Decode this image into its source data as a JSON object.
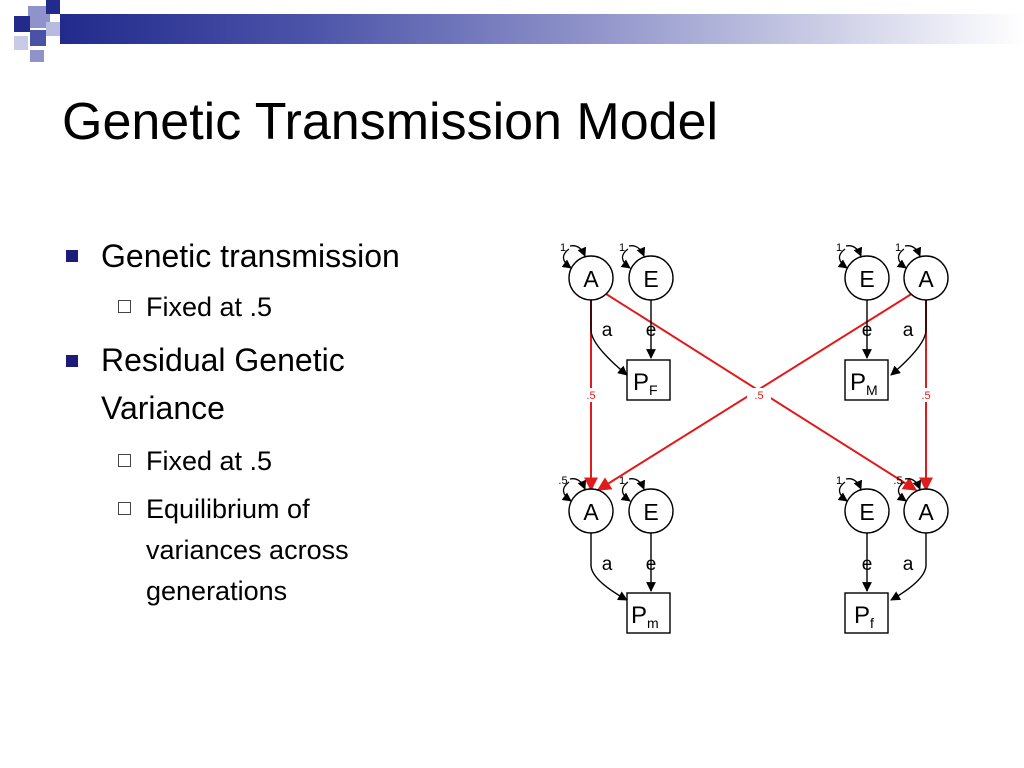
{
  "slide": {
    "title": "Genetic Transmission Model",
    "theme_colors": {
      "accent": "#222a8c",
      "accent_light": "#8f93c9",
      "path_red": "#e01b1b"
    }
  },
  "bullets": [
    {
      "level": 1,
      "text": "Genetic transmission"
    },
    {
      "level": 2,
      "text": "Fixed at .5"
    },
    {
      "level": 1,
      "lines": [
        "Residual Genetic",
        "Variance"
      ]
    },
    {
      "level": 2,
      "text": "Fixed at .5"
    },
    {
      "level": 2,
      "lines": [
        "Equilibrium of",
        "variances across",
        "generations"
      ]
    }
  ],
  "diagram": {
    "icons": {
      "level1_marker": "filled-square-bullet",
      "level2_marker": "hollow-square-bullet"
    },
    "latent": {
      "father_A": "A",
      "father_E": "E",
      "mother_E": "E",
      "mother_A": "A",
      "son_A": "A",
      "son_E": "E",
      "daughter_E": "E",
      "daughter_A": "A"
    },
    "observed": {
      "father": {
        "main": "P",
        "sub": "F"
      },
      "mother": {
        "main": "P",
        "sub": "M"
      },
      "son": {
        "main": "P",
        "sub": "m"
      },
      "daughter": {
        "main": "P",
        "sub": "f"
      }
    },
    "variances": {
      "father_A": "1",
      "father_E": "1",
      "mother_E": "1",
      "mother_A": "1",
      "son_A": ".5",
      "son_E": "1",
      "daughter_E": "1",
      "daughter_A": ".5"
    },
    "paths": {
      "father_a": "a",
      "father_e": "e",
      "mother_e": "e",
      "mother_a": "a",
      "son_a": "a",
      "son_e": "e",
      "daughter_e": "e",
      "daughter_a": "a"
    },
    "transmission": {
      "left": ".5",
      "center": ".5",
      "right": ".5"
    }
  }
}
